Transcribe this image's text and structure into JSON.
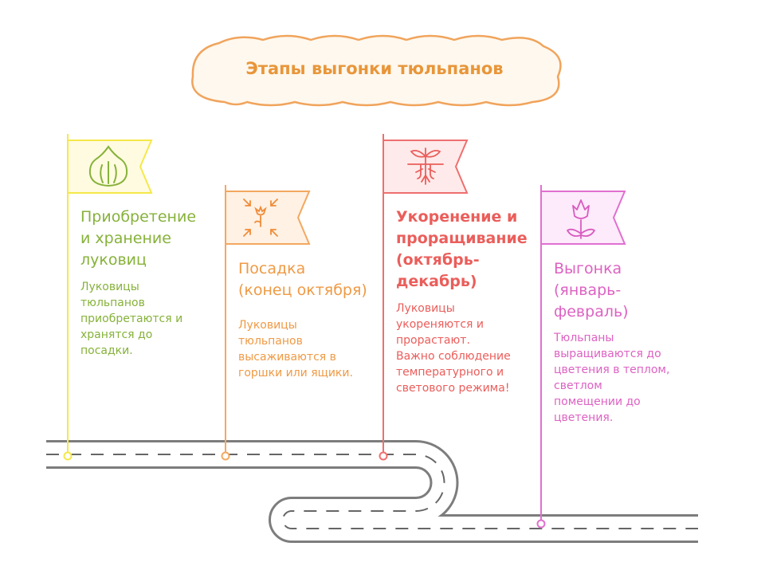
{
  "title": "Этапы выгонки тюльпанов",
  "colors": {
    "title": "#e8963a",
    "stage1": "#f5e84a",
    "stage2": "#f2a860",
    "stage3": "#ee6f6f",
    "stage4": "#e070d0",
    "road": "#7d7d7d"
  },
  "stages": [
    {
      "title_lines": [
        "Приобретение",
        "и хранение",
        "луковиц"
      ],
      "description_lines": [
        "Луковицы",
        "тюльпанов",
        "приобретаются и",
        "хранятся до",
        "посадки."
      ],
      "icon": "bulb-icon"
    },
    {
      "title_lines": [
        "Посадка",
        "(конец октября)"
      ],
      "description_lines": [
        "Луковицы",
        "тюльпанов",
        "высаживаются в",
        "горшки или ящики."
      ],
      "icon": "planting-icon"
    },
    {
      "title_lines": [
        "Укоренение и",
        "проращивание",
        "(октябрь-",
        "декабрь)"
      ],
      "description_lines": [
        "Луковицы",
        "укореняются и",
        "прорастают.",
        "Важно соблюдение",
        "температурного и",
        "светового режима!"
      ],
      "icon": "sprout-roots-icon"
    },
    {
      "title_lines": [
        "Выгонка",
        "(январь-",
        "февраль)"
      ],
      "description_lines": [
        "Тюльпаны",
        "выращиваются до",
        "цветения в теплом,",
        "светлом",
        "помещении до",
        "цветения."
      ],
      "icon": "tulip-icon"
    }
  ]
}
